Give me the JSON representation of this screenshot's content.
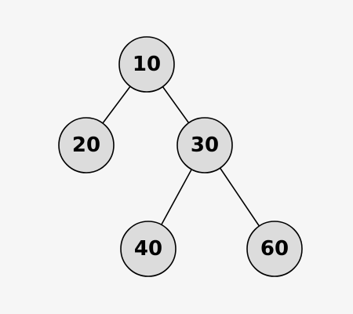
{
  "tree": {
    "node_fill": "#dcdcdc",
    "outline_color": "#000000",
    "background": "#f6f6f6",
    "nodes": [
      {
        "id": "n10",
        "label": "10"
      },
      {
        "id": "n20",
        "label": "20"
      },
      {
        "id": "n30",
        "label": "30"
      },
      {
        "id": "n40",
        "label": "40"
      },
      {
        "id": "n60",
        "label": "60"
      }
    ],
    "edges": [
      {
        "from": "n10",
        "to": "n20"
      },
      {
        "from": "n10",
        "to": "n30"
      },
      {
        "from": "n30",
        "to": "n40"
      },
      {
        "from": "n30",
        "to": "n60"
      }
    ]
  }
}
